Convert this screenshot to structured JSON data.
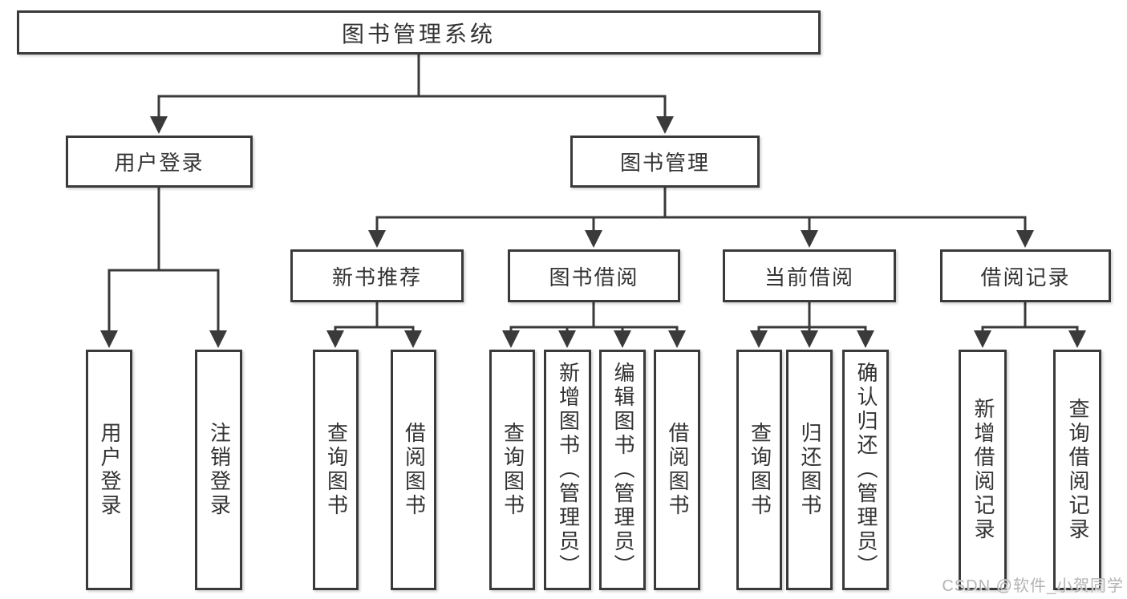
{
  "diagram": {
    "root": {
      "label": "图书管理系统"
    },
    "branches": [
      {
        "label": "用户登录",
        "children": [
          {
            "label": "用户登录"
          },
          {
            "label": "注销登录"
          }
        ]
      },
      {
        "label": "图书管理",
        "children": [
          {
            "label": "新书推荐",
            "children": [
              {
                "label": "查询图书"
              },
              {
                "label": "借阅图书"
              }
            ]
          },
          {
            "label": "图书借阅",
            "children": [
              {
                "label": "查询图书"
              },
              {
                "label": "新增图书（管理员）"
              },
              {
                "label": "编辑图书（管理员）"
              },
              {
                "label": "借阅图书"
              }
            ]
          },
          {
            "label": "当前借阅",
            "children": [
              {
                "label": "查询图书"
              },
              {
                "label": "归还图书"
              },
              {
                "label": "确认归还（管理员）"
              }
            ]
          },
          {
            "label": "借阅记录",
            "children": [
              {
                "label": "新增借阅记录"
              },
              {
                "label": "查询借阅记录"
              }
            ]
          }
        ]
      }
    ]
  },
  "watermark": {
    "text": "CSDN @软件_小贺同学"
  },
  "colors": {
    "line": "#3a3a3a",
    "text": "#333333",
    "box_background": "#ffffff",
    "page_background": "#ffffff",
    "watermark": "#b4b4b4"
  }
}
